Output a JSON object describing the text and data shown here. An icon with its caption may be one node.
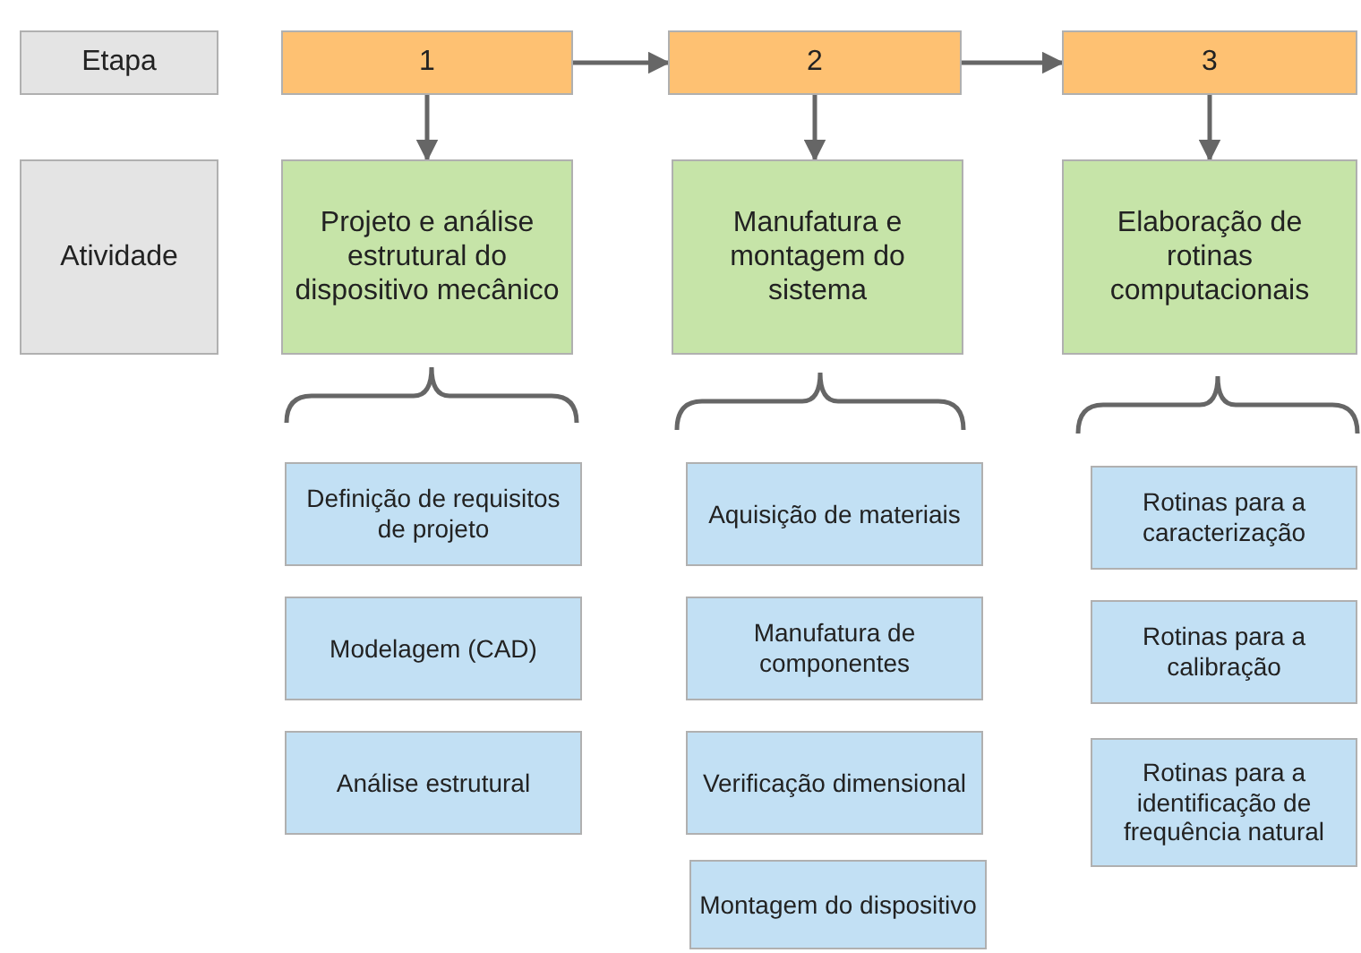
{
  "diagram": {
    "nodes": [
      {
        "text": [
          "Etapa"
        ]
      },
      {
        "text": [
          "1"
        ]
      },
      {
        "text": [
          "2"
        ]
      },
      {
        "text": [
          "3"
        ]
      },
      {
        "text": [
          "Atividade"
        ]
      },
      {
        "text": [
          "Projeto e análise estrutural do dispositivo mecânico"
        ]
      },
      {
        "text": [
          "Manufatura e montagem do sistema"
        ]
      },
      {
        "text": [
          "Elaboração de rotinas computacionais"
        ]
      },
      {
        "text": [
          "Definição de requisitos de projeto"
        ]
      },
      {
        "text": [
          "Modelagem (CAD)"
        ]
      },
      {
        "text": [
          "Análise estrutural"
        ]
      },
      {
        "text": [
          "Aquisição de materiais"
        ]
      },
      {
        "text": [
          "Manufatura de componentes"
        ]
      },
      {
        "text": [
          "Verificação dimensional"
        ]
      },
      {
        "text": [
          "Montagem do dispositivo"
        ]
      },
      {
        "text": [
          "Rotinas para a caracterização"
        ]
      },
      {
        "text": [
          "Rotinas para a calibração"
        ]
      },
      {
        "text": [
          "Rotinas para a identificação de frequência natural"
        ]
      }
    ],
    "edges": [
      {
        "from": 1,
        "to": 2,
        "arrow": "to"
      },
      {
        "from": 2,
        "to": 3,
        "arrow": "to"
      },
      {
        "from": 1,
        "to": 5,
        "arrow": "to"
      },
      {
        "from": 2,
        "to": 6,
        "arrow": "to"
      },
      {
        "from": 3,
        "to": 7,
        "arrow": "to"
      }
    ]
  }
}
